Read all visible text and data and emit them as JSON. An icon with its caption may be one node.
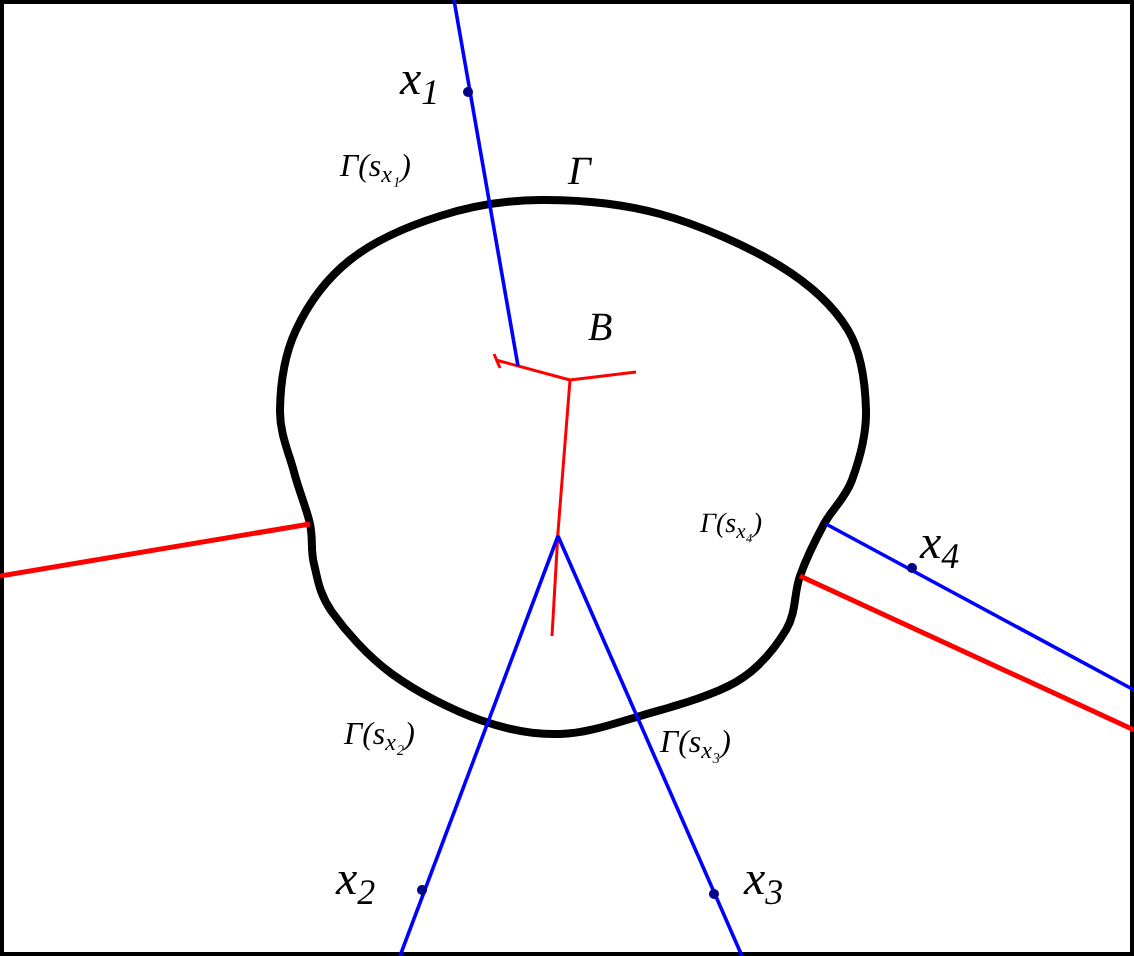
{
  "diagram": {
    "labels": [
      "x$_{1}$",
      "Γ(s$_{x₁}$)",
      "Γ",
      "B",
      "Γ(s$_{x₄}$)",
      "x$_{4}$",
      "Γ(s$_{x₂}$)",
      "Γ(s$_{x₃}$)",
      "x$_{2}$",
      "x$_{3}$"
    ]
  }
}
